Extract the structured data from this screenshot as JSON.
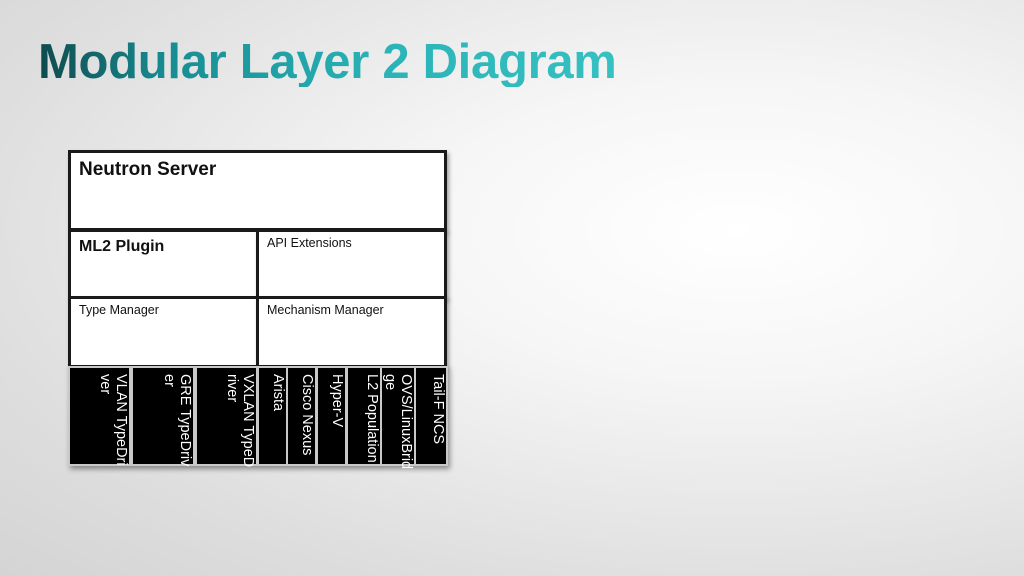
{
  "title": "Modular Layer 2 Diagram",
  "boxes": {
    "neutron_server": "Neutron Server",
    "ml2_plugin": "ML2 Plugin",
    "api_extensions": "API Extensions",
    "type_manager": "Type Manager",
    "mechanism_manager": "Mechanism Manager"
  },
  "type_drivers": [
    "VLAN TypeDriver",
    "GRE TypeDriver",
    "VXLAN TypeDriver"
  ],
  "mechanism_drivers": [
    "Arista",
    "Cisco Nexus",
    "Hyper-V",
    "L2 Population",
    "OVS/LinuxBridge",
    "Tail-F NCS"
  ]
}
